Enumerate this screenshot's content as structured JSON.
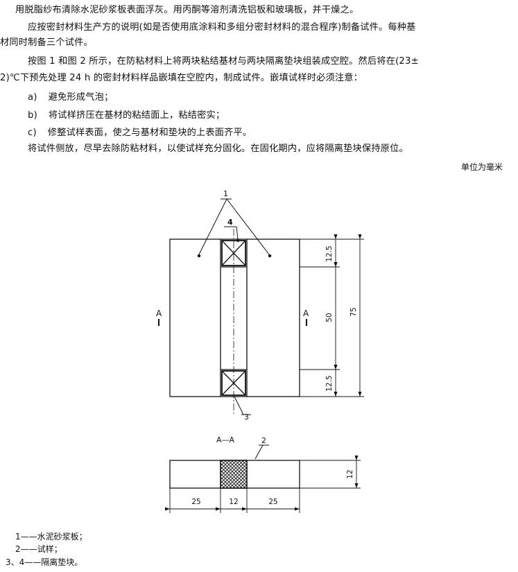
{
  "text": {
    "p1": "用脱脂纱布清除水泥砂浆板表面浮灰。用丙酮等溶剂清洗铝板和玻璃板，并干燥之。",
    "p2_l1": "应按密封材料生产方的说明(如是否使用底涂料和多组分密封材料的混合程序)制备试件。每种基",
    "p2_l2": "材同时制备三个试件。",
    "p3_l1": "按图 1 和图 2 所示，在防粘材料上将两块粘结基材与两块隔离垫块组装成空腔。然后将在(23±",
    "p3_l2": "2)℃下预先处理 24 h 的密封材料样品嵌填在空腔内，制成试件。嵌填试样时必须注意：",
    "items": [
      {
        "mark": "a)",
        "text": "避免形成气泡；"
      },
      {
        "mark": "b)",
        "text": "将试样挤压在基材的粘结面上，粘结密实；"
      },
      {
        "mark": "c)",
        "text": "修整试样表面，使之与基材和垫块的上表面齐平。"
      }
    ],
    "p4": "将试件侧放，尽早去除防粘材料，以使试样充分固化。在固化期内，应将隔离垫块保持原位。",
    "unit": "单位为毫米"
  },
  "figure": {
    "callouts": {
      "c1": "1",
      "c2": "2",
      "c3": "3",
      "c4": "4"
    },
    "section_mark": "A",
    "section_title": "A—A",
    "dims": {
      "d12_5_top": "12.5",
      "d50": "50",
      "d12_5_bot": "12.5",
      "d75": "75",
      "d12_side": "12",
      "d25_left": "25",
      "d12_mid": "12",
      "d25_right": "25"
    }
  },
  "legend": [
    "1——水泥砂浆板；",
    "2——试样；",
    "3、4——隔离垫块。"
  ]
}
